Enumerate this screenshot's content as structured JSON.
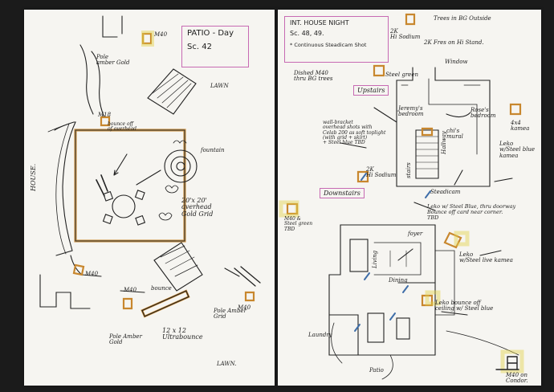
{
  "left_sheet": {
    "title_line1": "PATIO - Day",
    "title_line2": "Sc. 42",
    "labels": {
      "m40_top": "M40",
      "pole_amber": "Pole\namber Gold",
      "lawn_top": "LAWN",
      "house": "HOUSE.",
      "fountain": "fountain",
      "grid": "20'x 20'\noverhead\nGold Grid",
      "bounce": "bounce off\nof overhead",
      "m18": "M18",
      "m40_mid": "M40",
      "bounce_low": "bounce",
      "m40_low": "M40",
      "pole_amber_gold": "Pole Amber\nGold",
      "ultrabounce": "12 x 12\nUltrabounce",
      "pole_amber_grid": "Pole Amber\nGrid",
      "m40_right": "M40",
      "lawn_bottom": "LAWN."
    }
  },
  "right_sheet": {
    "title_line1": "INT. HOUSE NIGHT",
    "title_line2": "Sc. 48, 49.",
    "title_line3": "* Continuous Steadicam Shot",
    "tags": {
      "upstairs": "Upstairs",
      "downstairs": "Downstairs"
    },
    "labels": {
      "trees": "Trees in BG Outside",
      "hi_sodium": "2K\nHi Sodium",
      "fixtures_stand": "2K Fres on Hi Stand.",
      "window": "Window",
      "dished_m40": "Dished M40\nthru BG trees",
      "steel_green": "Steel green",
      "jeremys_bedroom": "Jeremy's\nbedroom",
      "roses_bedroom": "Rose's\nbedroom",
      "chis_mural": "chi's\nmural",
      "hallway": "Hallway",
      "wall_bracket": "wall-bracket\noverhead shots with\nCelab 200 as soft toplight\n(with grid + skirt)\n+ Steel blue TBD",
      "four_by_four": "4x4\nkamea",
      "leko_steel": "Leko\nw/Steel blue\nkamea",
      "stairs": "stairs",
      "steadicam": "Steadicam",
      "hi_sodium_small": "2K\nHi Sodium",
      "leko_steel_doorway": "Leko w/ Steel Blue, thru doorway\nBounce off card near corner.\nTBD",
      "m40_steel": "M40 &\nSteel green\nTBD",
      "foyer": "foyer",
      "living": "Living",
      "dining": "Dining",
      "leko_live": "Leko\nw/Steel live kamea",
      "leko_ceiling": "Leko bounce off\nceiling w/ Steel blue",
      "laundry": "Laundry",
      "m40_condor": "M40 on\nCondor.",
      "patio": "Patio"
    }
  }
}
